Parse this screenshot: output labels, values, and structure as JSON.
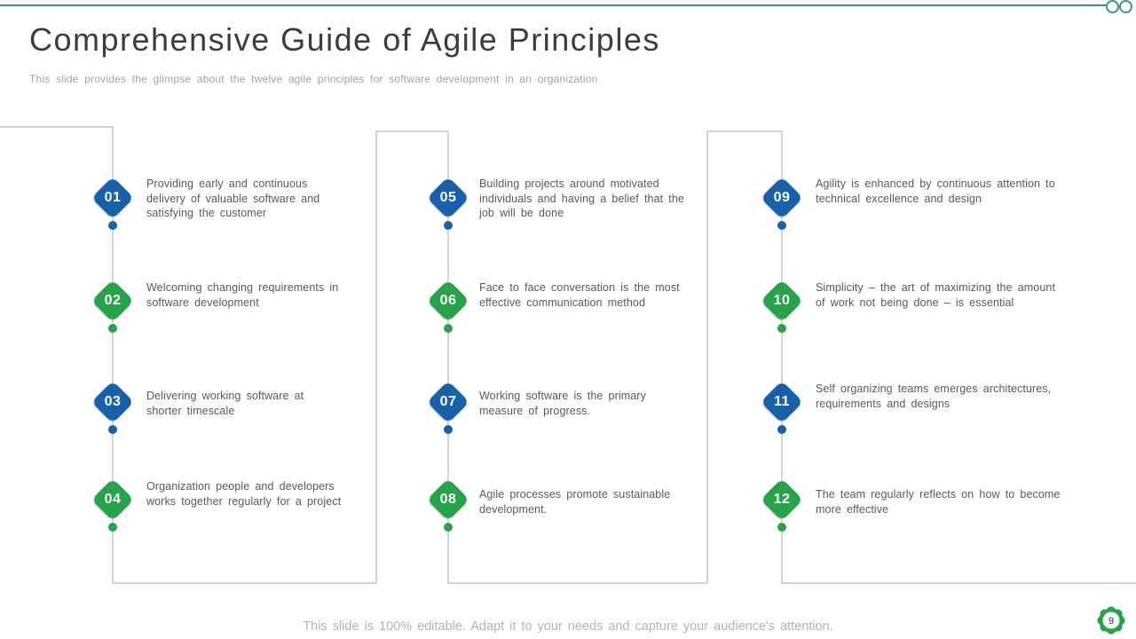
{
  "slide": {
    "title": "Comprehensive Guide of Agile Principles",
    "subtitle": "This slide provides the glimpse about the twelve agile principles for software development in an organization",
    "footer": "This slide is 100% editable. Adapt it to your needs and capture your audience's attention.",
    "page_number": "9"
  },
  "colors": {
    "blue": "#1660ac",
    "green": "#27a34a",
    "accent_teal": "#3f9488",
    "connector_gray": "#c3c7ca",
    "title_text": "#3c3c3c",
    "body_text": "#595959",
    "muted_text": "#a3a3a3"
  },
  "columns": [
    {
      "items": [
        {
          "number": "01",
          "color": "blue",
          "text": "Providing early and continuous delivery of valuable software and satisfying the customer"
        },
        {
          "number": "02",
          "color": "green",
          "text": "Welcoming changing requirements in software development"
        },
        {
          "number": "03",
          "color": "blue",
          "text": "Delivering working software at shorter timescale"
        },
        {
          "number": "04",
          "color": "green",
          "text": "Organization people and developers works together regularly for a project"
        }
      ]
    },
    {
      "items": [
        {
          "number": "05",
          "color": "blue",
          "text": "Building projects around motivated individuals and having a belief that the job will be done"
        },
        {
          "number": "06",
          "color": "green",
          "text": "Face to face conversation is the most effective communication method"
        },
        {
          "number": "07",
          "color": "blue",
          "text": "Working software is the primary measure of progress."
        },
        {
          "number": "08",
          "color": "green",
          "text": "Agile processes promote sustainable development."
        }
      ]
    },
    {
      "items": [
        {
          "number": "09",
          "color": "blue",
          "text": "Agility is enhanced by continuous attention to technical excellence and design"
        },
        {
          "number": "10",
          "color": "green",
          "text": "Simplicity – the art of maximizing the amount of work not being done – is essential"
        },
        {
          "number": "11",
          "color": "blue",
          "text": "Self organizing teams emerges architectures, requirements and designs"
        },
        {
          "number": "12",
          "color": "green",
          "text": "The team regularly reflects on how to become more effective"
        }
      ]
    }
  ]
}
